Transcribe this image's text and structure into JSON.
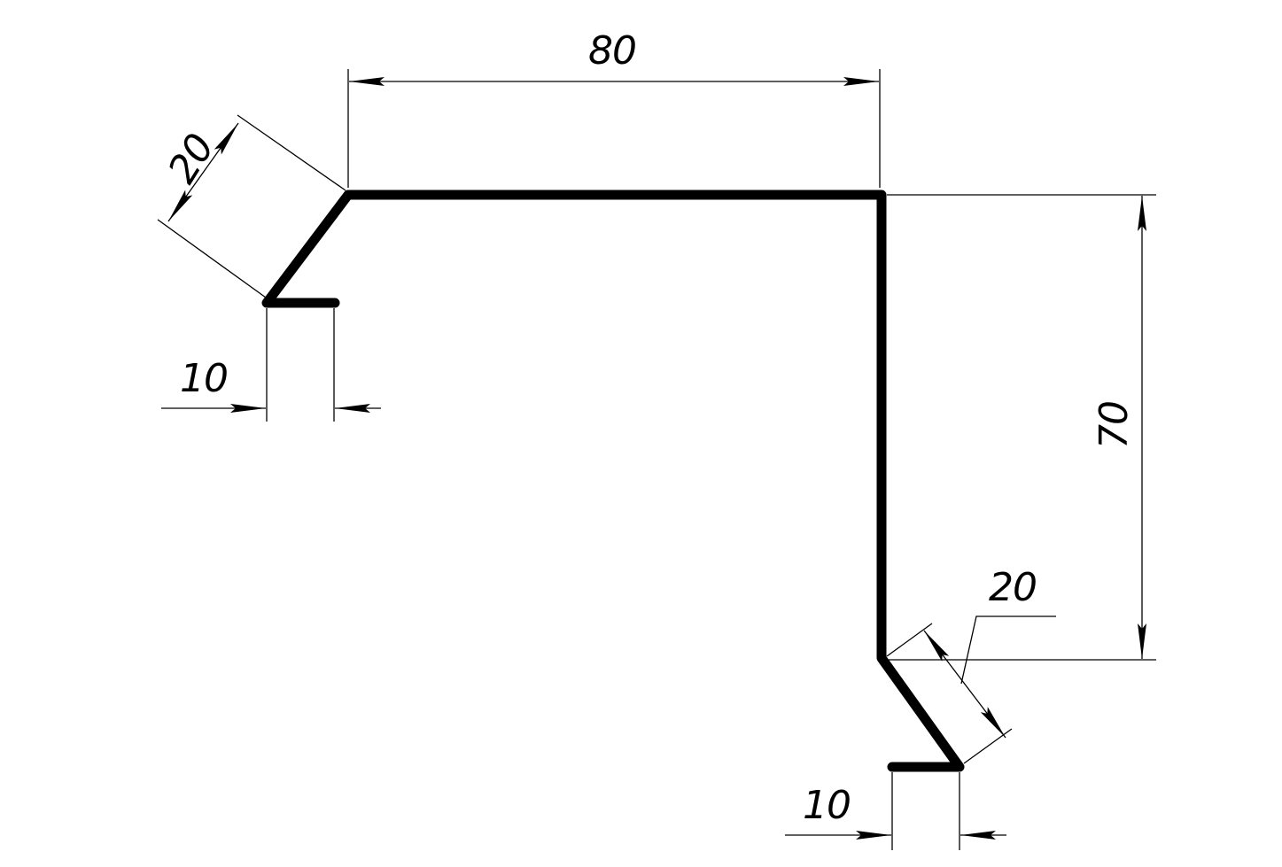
{
  "dimensions": {
    "top_width": "80",
    "upper_bend": "20",
    "upper_flange": "10",
    "height": "70",
    "lower_bend": "20",
    "lower_flange": "10"
  },
  "colors": {
    "line": "#000000",
    "background": "#ffffff"
  }
}
